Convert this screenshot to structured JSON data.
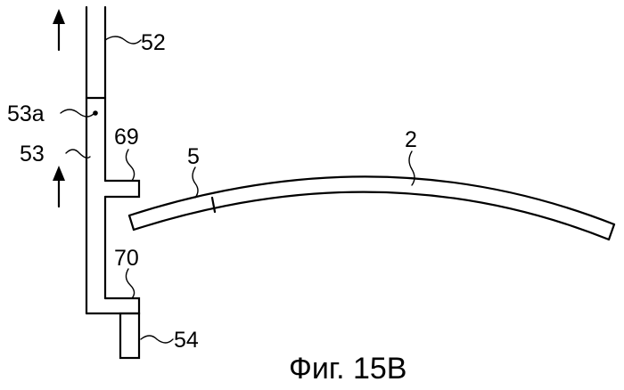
{
  "labels": {
    "part_52": "52",
    "part_53a": "53a",
    "part_53": "53",
    "part_69": "69",
    "part_70": "70",
    "part_54": "54",
    "part_5": "5",
    "part_2": "2"
  },
  "caption": "Фиг. 15B"
}
